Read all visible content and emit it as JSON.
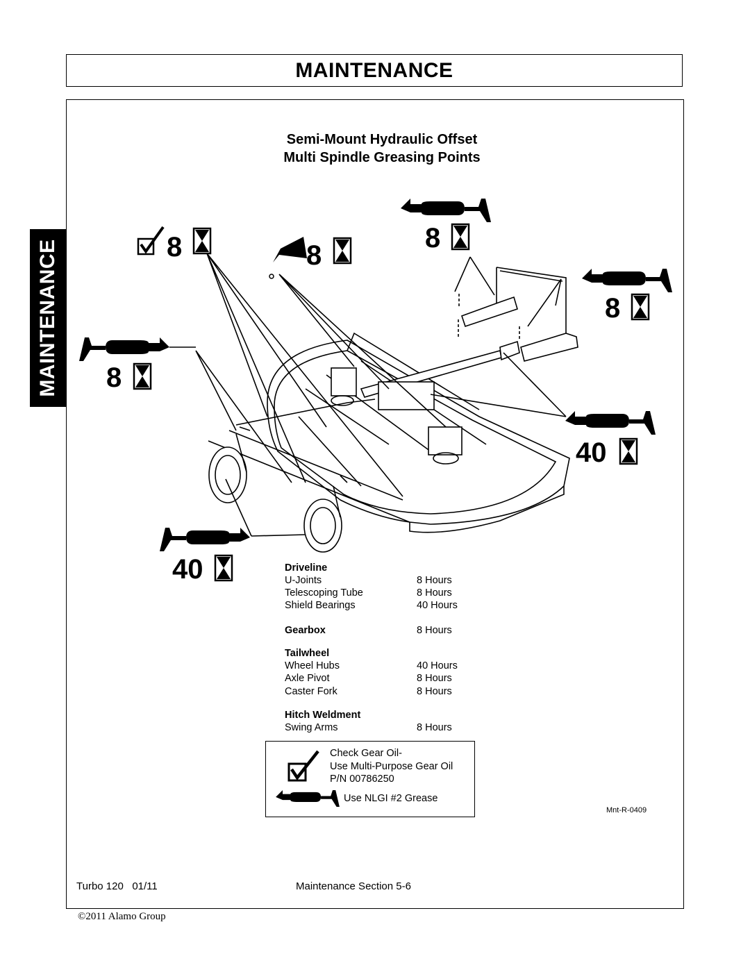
{
  "header": {
    "title": "MAINTENANCE"
  },
  "side_tab": {
    "label": "MAINTENANCE"
  },
  "figure": {
    "title_line1": "Semi-Mount Hydraulic Offset",
    "title_line2": "Multi Spindle Greasing Points",
    "callouts": {
      "gear_oil_hours": "8",
      "oil_can_hours": "8",
      "grease_top_hours": "8",
      "grease_right_hours": "8",
      "grease_left_hours": "8",
      "grease_driveline_hours": "40",
      "grease_wheel_hours": "40"
    },
    "id": "Mnt-R-0409"
  },
  "schedule": [
    {
      "label": "Driveline",
      "value": "",
      "header": true
    },
    {
      "label": "U-Joints",
      "value": "8 Hours",
      "header": false
    },
    {
      "label": "Telescoping Tube",
      "value": "8 Hours",
      "header": false
    },
    {
      "label": "Shield Bearings",
      "value": "40 Hours",
      "header": false
    },
    {
      "label": "Gearbox",
      "value": "8 Hours",
      "header": true
    },
    {
      "label": "Tailwheel",
      "value": "",
      "header": true
    },
    {
      "label": "Wheel Hubs",
      "value": "40 Hours",
      "header": false
    },
    {
      "label": "Axle Pivot",
      "value": "8 Hours",
      "header": false
    },
    {
      "label": "Caster Fork",
      "value": "8 Hours",
      "header": false
    },
    {
      "label": "Hitch Weldment",
      "value": "",
      "header": true
    },
    {
      "label": "Swing Arms",
      "value": "8 Hours",
      "header": false
    }
  ],
  "legend": {
    "line1": "Check Gear Oil-",
    "line2": "Use Multi-Purpose Gear Oil",
    "line3": "P/N 00786250",
    "line4": "Use NLGI #2 Grease"
  },
  "footer": {
    "left": "Turbo 120   01/11",
    "middle": "Maintenance Section 5-6",
    "copyright": "©2011 Alamo Group"
  }
}
